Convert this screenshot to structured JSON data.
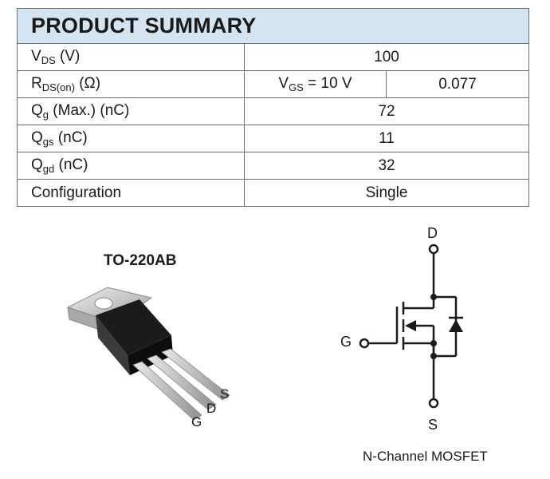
{
  "table": {
    "title": "PRODUCT SUMMARY",
    "rows": [
      {
        "param": "V",
        "param_sub": "DS",
        "param_suffix": " (V)",
        "value": "100"
      },
      {
        "param": "R",
        "param_sub": "DS(on)",
        "param_suffix": " (Ω)",
        "cond_main": "V",
        "cond_sub": "GS",
        "cond_suffix": " = 10 V",
        "value": "0.077"
      },
      {
        "param": "Q",
        "param_sub": "g",
        "param_suffix": " (Max.) (nC)",
        "value": "72"
      },
      {
        "param": "Q",
        "param_sub": "gs",
        "param_suffix": " (nC)",
        "value": "11"
      },
      {
        "param": "Q",
        "param_sub": "gd",
        "param_suffix": " (nC)",
        "value": "32"
      },
      {
        "param": "Configuration",
        "param_sub": "",
        "param_suffix": "",
        "value": "Single"
      }
    ]
  },
  "package": {
    "label": "TO-220AB",
    "pins": {
      "g": "G",
      "d": "D",
      "s": "S"
    }
  },
  "symbol": {
    "drain": "D",
    "gate": "G",
    "source": "S",
    "caption": "N-Channel MOSFET"
  },
  "colors": {
    "header_bg": "#d4e4f1",
    "border": "#6d6d6d"
  }
}
